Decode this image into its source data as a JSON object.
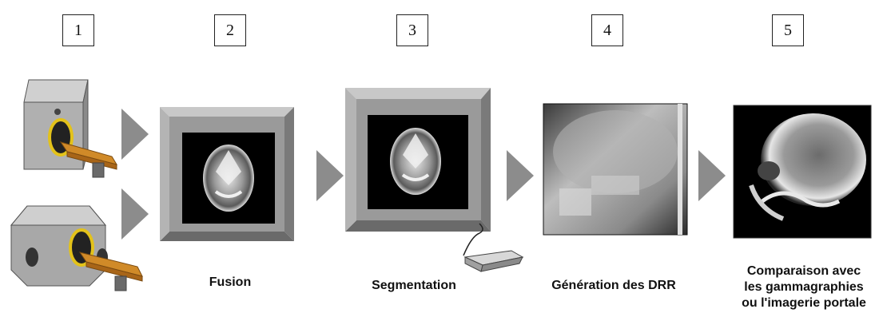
{
  "steps": [
    {
      "number": "1",
      "label": ""
    },
    {
      "number": "2",
      "label": "Fusion"
    },
    {
      "number": "3",
      "label": "Segmentation"
    },
    {
      "number": "4",
      "label": "Génération des DRR"
    },
    {
      "number": "5",
      "label_lines": [
        "Comparaison avec",
        "les gammagraphies",
        "ou l'imagerie portale"
      ]
    }
  ],
  "colors": {
    "arrow": "#8c8c8c",
    "frame": "#9a9a9a",
    "scanner": "#a8a8a8",
    "table": "#d08a28",
    "ring": "#e3c21a"
  },
  "icons": [
    "ct-scanner-icon",
    "mri-scanner-icon",
    "mouse-icon"
  ]
}
